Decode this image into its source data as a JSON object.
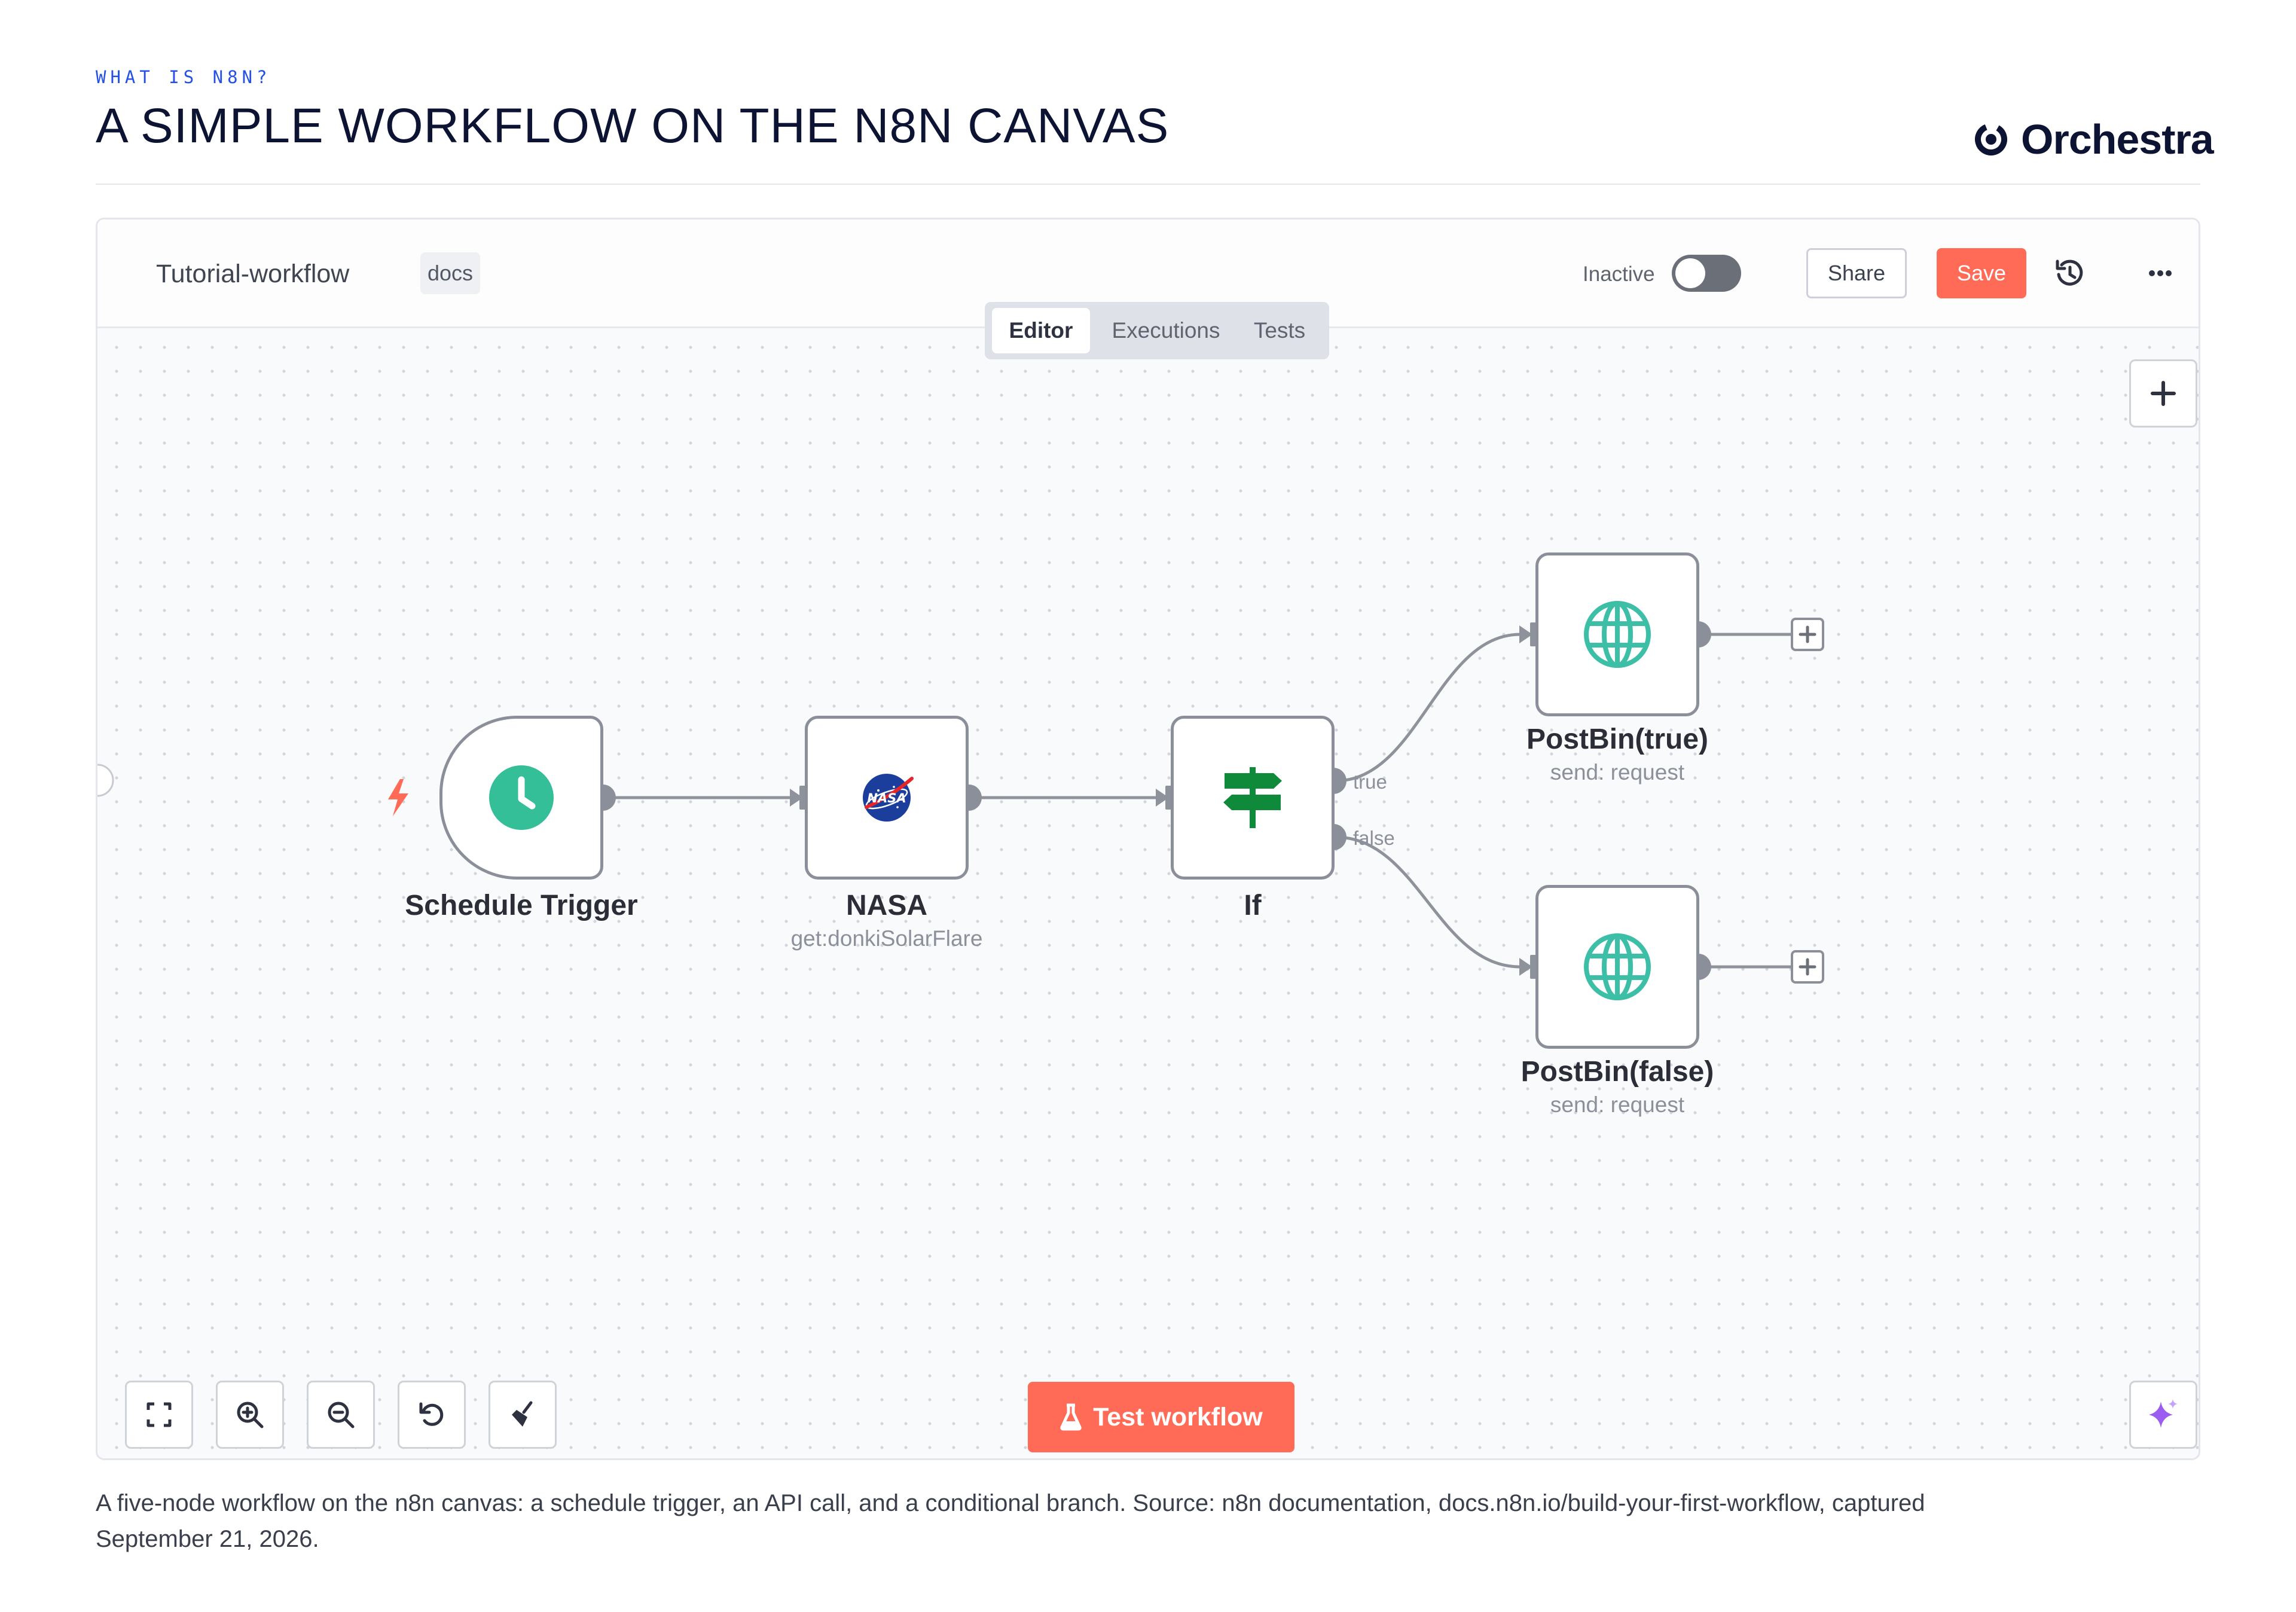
{
  "header": {
    "kicker": "WHAT IS N8N?",
    "title": "A SIMPLE WORKFLOW ON THE N8N CANVAS",
    "brand": "Orchestra"
  },
  "editor": {
    "workflow_name": "Tutorial-workflow",
    "tag": "docs",
    "status_label": "Inactive",
    "active": false,
    "share_label": "Share",
    "save_label": "Save",
    "tabs": [
      {
        "label": "Editor",
        "active": true
      },
      {
        "label": "Executions",
        "active": false
      },
      {
        "label": "Tests",
        "active": false
      }
    ],
    "test_button_label": "Test workflow"
  },
  "nodes": [
    {
      "id": "schedule",
      "label": "Schedule Trigger",
      "subtitle": "",
      "icon": "clock-icon"
    },
    {
      "id": "nasa",
      "label": "NASA",
      "subtitle": "get:donkiSolarFlare",
      "icon": "nasa-icon"
    },
    {
      "id": "if",
      "label": "If",
      "subtitle": "",
      "icon": "signpost-icon",
      "outputs": [
        "true",
        "false"
      ]
    },
    {
      "id": "postbin-true",
      "label": "PostBin(true)",
      "subtitle": "send: request",
      "icon": "globe-icon"
    },
    {
      "id": "postbin-false",
      "label": "PostBin(false)",
      "subtitle": "send: request",
      "icon": "globe-icon"
    }
  ],
  "colors": {
    "accent": "#ff6b57",
    "kicker": "#2450e6",
    "clock": "#35bf98",
    "globe": "#3cbfa6",
    "signpost": "#0e8a3a",
    "trigger_bolt": "#ff6b57",
    "ai_sparkle": "#9b5cf0"
  },
  "caption": "A five-node workflow on the n8n canvas: a schedule trigger, an API call, and a conditional branch. Source: n8n documentation, docs.n8n.io/build-your-first-workflow, captured September 21, 2026."
}
